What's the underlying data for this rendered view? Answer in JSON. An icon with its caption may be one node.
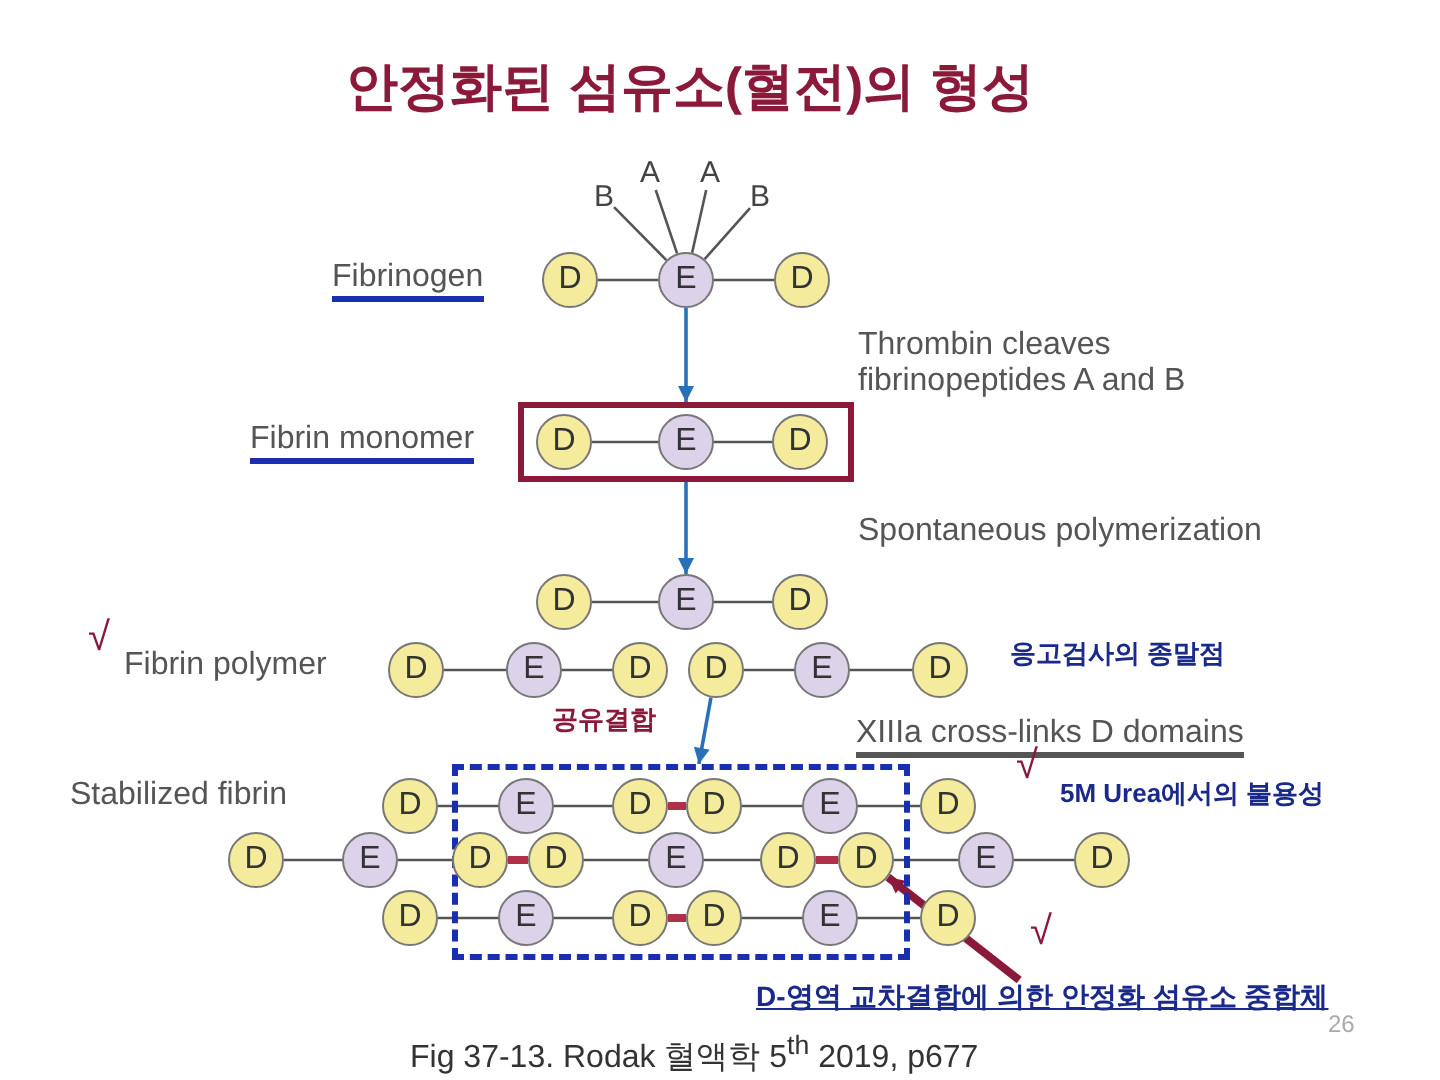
{
  "diagram": {
    "title": "안정화된 섬유소(혈전)의 형성",
    "nodes": [
      {
        "text": [
          "B"
        ]
      },
      {
        "text": [
          "A"
        ]
      },
      {
        "text": [
          "A"
        ]
      },
      {
        "text": [
          "B"
        ]
      },
      {
        "text": [
          "D"
        ]
      },
      {
        "text": [
          "E"
        ]
      },
      {
        "text": [
          "D"
        ]
      },
      {
        "text": [],
        "shape": "box"
      },
      {
        "text": [
          "D"
        ],
        "in": 7
      },
      {
        "text": [
          "E"
        ],
        "in": 7
      },
      {
        "text": [
          "D"
        ],
        "in": 7
      },
      {
        "text": [
          "D"
        ]
      },
      {
        "text": [
          "E"
        ]
      },
      {
        "text": [
          "D"
        ]
      },
      {
        "text": [
          "D"
        ]
      },
      {
        "text": [
          "E"
        ]
      },
      {
        "text": [
          "D"
        ]
      },
      {
        "text": [
          "D"
        ]
      },
      {
        "text": [
          "E"
        ]
      },
      {
        "text": [
          "D"
        ]
      },
      {
        "text": [],
        "shape": "box"
      },
      {
        "text": [
          "D"
        ]
      },
      {
        "text": [
          "E"
        ],
        "in": 20
      },
      {
        "text": [
          "D"
        ],
        "in": 20
      },
      {
        "text": [
          "D"
        ],
        "in": 20
      },
      {
        "text": [
          "E"
        ],
        "in": 20
      },
      {
        "text": [
          "D"
        ]
      },
      {
        "text": [
          "D"
        ]
      },
      {
        "text": [
          "E"
        ]
      },
      {
        "text": [
          "D"
        ],
        "in": 20
      },
      {
        "text": [
          "D"
        ],
        "in": 20
      },
      {
        "text": [
          "E"
        ],
        "in": 20
      },
      {
        "text": [
          "D"
        ],
        "in": 20
      },
      {
        "text": [
          "D"
        ],
        "in": 20
      },
      {
        "text": [
          "E"
        ]
      },
      {
        "text": [
          "D"
        ]
      },
      {
        "text": [
          "D"
        ]
      },
      {
        "text": [
          "E"
        ],
        "in": 20
      },
      {
        "text": [
          "D"
        ],
        "in": 20
      },
      {
        "text": [
          "D"
        ],
        "in": 20
      },
      {
        "text": [
          "E"
        ],
        "in": 20
      },
      {
        "text": [
          "D"
        ]
      },
      {
        "text": [
          "D-영역 교차결합에 의한 안정화 섬유소 중합체"
        ]
      }
    ],
    "edges": [
      {
        "from": 0,
        "to": 5,
        "arrow": "none"
      },
      {
        "from": 1,
        "to": 5,
        "arrow": "none"
      },
      {
        "from": 2,
        "to": 5,
        "arrow": "none"
      },
      {
        "from": 3,
        "to": 5,
        "arrow": "none"
      },
      {
        "from": 4,
        "to": 5,
        "arrow": "none"
      },
      {
        "from": 5,
        "to": 6,
        "arrow": "none"
      },
      {
        "from": 5,
        "to": 7,
        "arrow": "to",
        "color": "#2a70b8"
      },
      {
        "from": 8,
        "to": 9,
        "arrow": "none"
      },
      {
        "from": 9,
        "to": 10,
        "arrow": "none"
      },
      {
        "from": 7,
        "to": 12,
        "arrow": "to",
        "color": "#2a70b8"
      },
      {
        "from": 11,
        "to": 12,
        "arrow": "none"
      },
      {
        "from": 12,
        "to": 13,
        "arrow": "none"
      },
      {
        "from": 14,
        "to": 15,
        "arrow": "none"
      },
      {
        "from": 15,
        "to": 16,
        "arrow": "none"
      },
      {
        "from": 17,
        "to": 18,
        "arrow": "none"
      },
      {
        "from": 18,
        "to": 19,
        "arrow": "none"
      },
      {
        "from": 17,
        "to": 20,
        "arrow": "to",
        "color": "#2a70b8"
      },
      {
        "from": 21,
        "to": 22,
        "arrow": "none"
      },
      {
        "from": 22,
        "to": 23,
        "arrow": "none"
      },
      {
        "from": 23,
        "to": 24,
        "arrow": "none",
        "style": "thick",
        "color": "#b0304a"
      },
      {
        "from": 24,
        "to": 25,
        "arrow": "none"
      },
      {
        "from": 25,
        "to": 26,
        "arrow": "none"
      },
      {
        "from": 27,
        "to": 28,
        "arrow": "none"
      },
      {
        "from": 28,
        "to": 29,
        "arrow": "none"
      },
      {
        "from": 29,
        "to": 30,
        "arrow": "none",
        "style": "thick",
        "color": "#b0304a"
      },
      {
        "from": 30,
        "to": 31,
        "arrow": "none"
      },
      {
        "from": 31,
        "to": 32,
        "arrow": "none"
      },
      {
        "from": 32,
        "to": 33,
        "arrow": "none",
        "style": "thick",
        "color": "#b0304a"
      },
      {
        "from": 33,
        "to": 34,
        "arrow": "none"
      },
      {
        "from": 34,
        "to": 35,
        "arrow": "none"
      },
      {
        "from": 36,
        "to": 37,
        "arrow": "none"
      },
      {
        "from": 37,
        "to": 38,
        "arrow": "none"
      },
      {
        "from": 38,
        "to": 39,
        "arrow": "none",
        "style": "thick",
        "color": "#b0304a"
      },
      {
        "from": 39,
        "to": 40,
        "arrow": "none"
      },
      {
        "from": 40,
        "to": 41,
        "arrow": "none"
      },
      {
        "from": 42,
        "to": 33,
        "arrow": "to",
        "style": "thick",
        "color": "#8b1a3a"
      }
    ],
    "labels": [
      "Fibrinogen",
      "Thrombin cleaves fibrinopeptides A and B",
      "Fibrin monomer",
      "Spontaneous polymerization",
      "√",
      "Fibrin polymer",
      "응고검사의 종말점",
      "공유결합",
      "XIIIa cross-links D domains",
      "Stabilized fibrin",
      "√",
      "5M Urea에서의 불용성",
      "√",
      "Fig 37-13. Rodak 혈액학 5$^{th}$ 2019, p677",
      "26"
    ]
  }
}
